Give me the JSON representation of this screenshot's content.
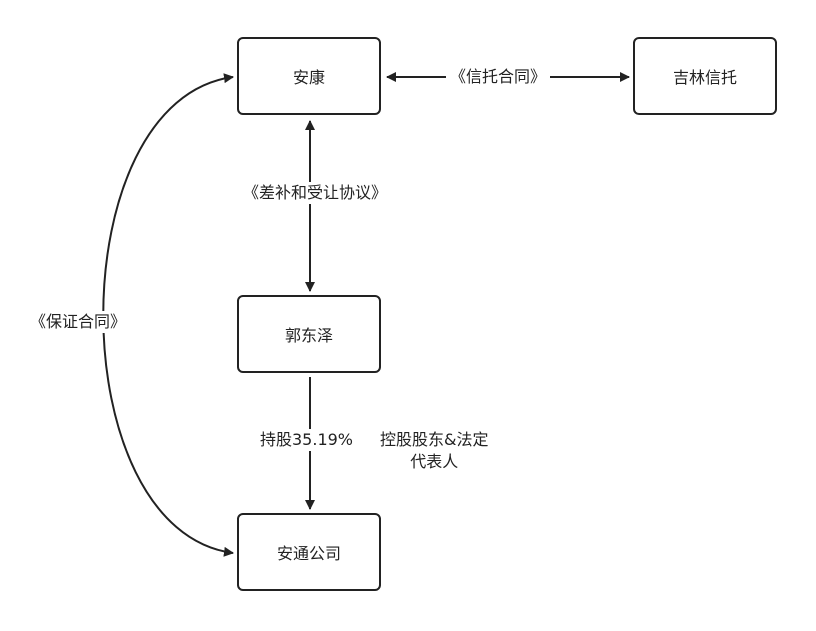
{
  "nodes": {
    "ankang": "安康",
    "jilin_trust": "吉林信托",
    "guo_dongze": "郭东泽",
    "antong": "安通公司"
  },
  "edges": {
    "trust_contract": "《信托合同》",
    "compensation_agreement": "《差补和受让协议》",
    "guarantee_contract": "《保证合同》",
    "shareholding": "持股35.19%",
    "controlling_line1": "控股股东&法定",
    "controlling_line2": "代表人"
  },
  "colors": {
    "stroke": "#222222"
  }
}
